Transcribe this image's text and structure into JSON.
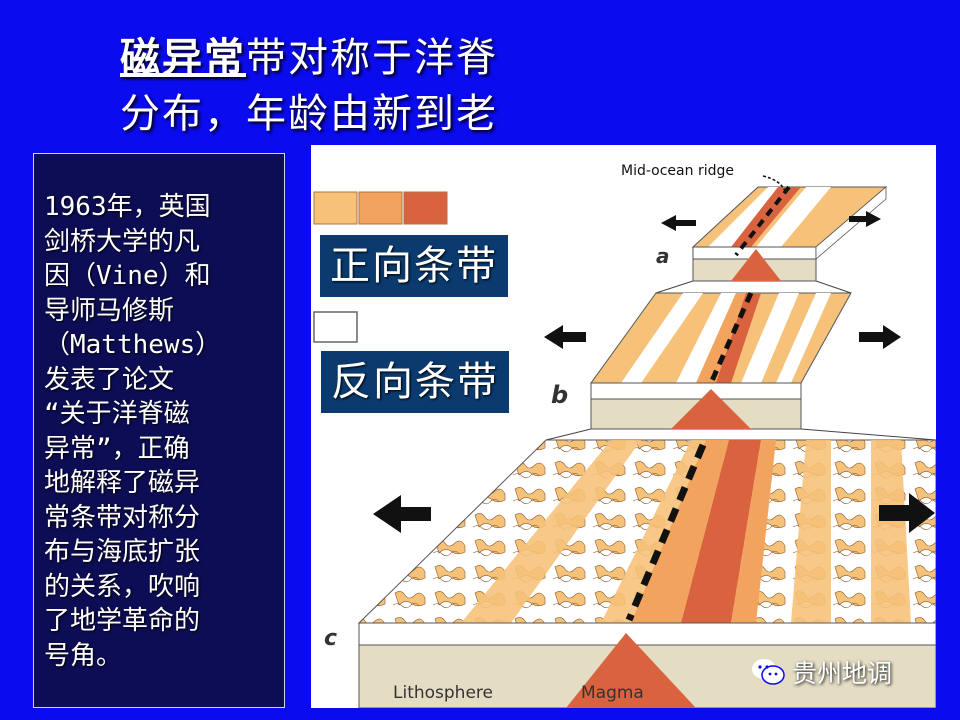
{
  "title": {
    "link_text": "磁异常",
    "rest_line1": "带对称于洋脊",
    "line2": "分布，年龄由新到老"
  },
  "textbox": {
    "body": "1963年，英国\n剑桥大学的凡\n因（Vine）和\n导师马修斯\n（Matthews）\n发表了论文\n“关于洋脊磁\n异常”，正确\n地解释了磁异\n常条带对称分\n布与海底扩张\n的关系，吹响\n了地学革命的\n号角。"
  },
  "figure": {
    "mid_ocean_ridge": "Mid-ocean ridge",
    "label_a": "a",
    "label_b": "b",
    "label_c": "c",
    "lithosphere": "Lithosphere",
    "magma": "Magma",
    "swatch_colors": [
      "#f6c27a",
      "#f2a45e",
      "#d9623f"
    ],
    "colors": {
      "light_stripe": "#f6c27a",
      "mid_stripe": "#f2a45e",
      "dark_stripe": "#d9623f",
      "base": "#e4ddc4"
    }
  },
  "labels": {
    "normal": "正向条带",
    "reverse": "反向条带"
  },
  "watermark": {
    "text": "贵州地调",
    "icon": "wechat-icon"
  }
}
